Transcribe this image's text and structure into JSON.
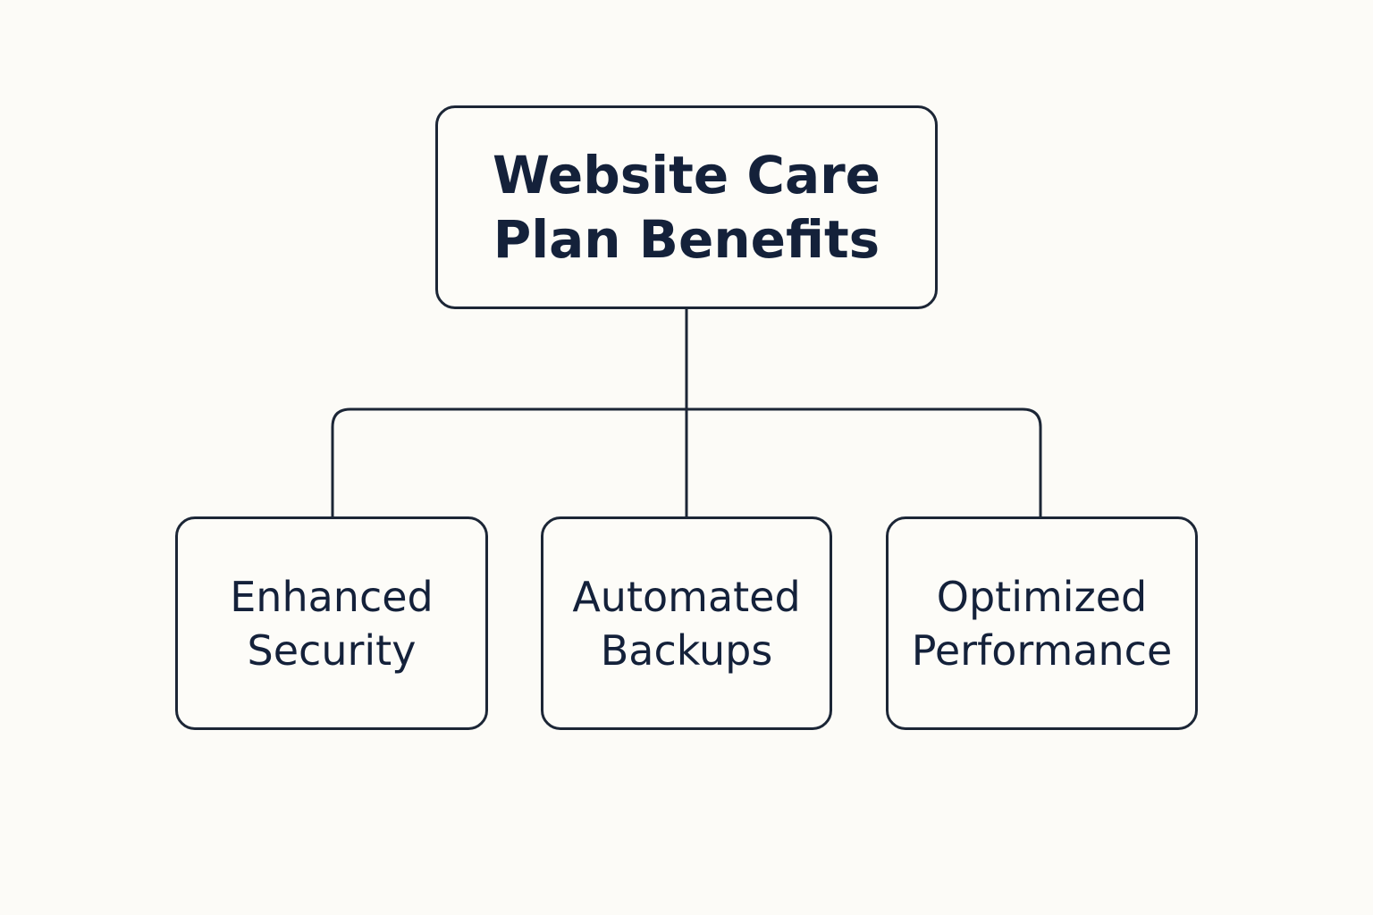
{
  "root": {
    "lines": [
      "Website Care",
      "Plan Benefits"
    ]
  },
  "children": [
    {
      "lines": [
        "Enhanced",
        "Security"
      ]
    },
    {
      "lines": [
        "Automated",
        "Backups"
      ]
    },
    {
      "lines": [
        "Optimized",
        "Performance"
      ]
    }
  ],
  "colors": {
    "stroke": "#1c2636",
    "text": "#14213a",
    "background": "#fcfbf7"
  }
}
